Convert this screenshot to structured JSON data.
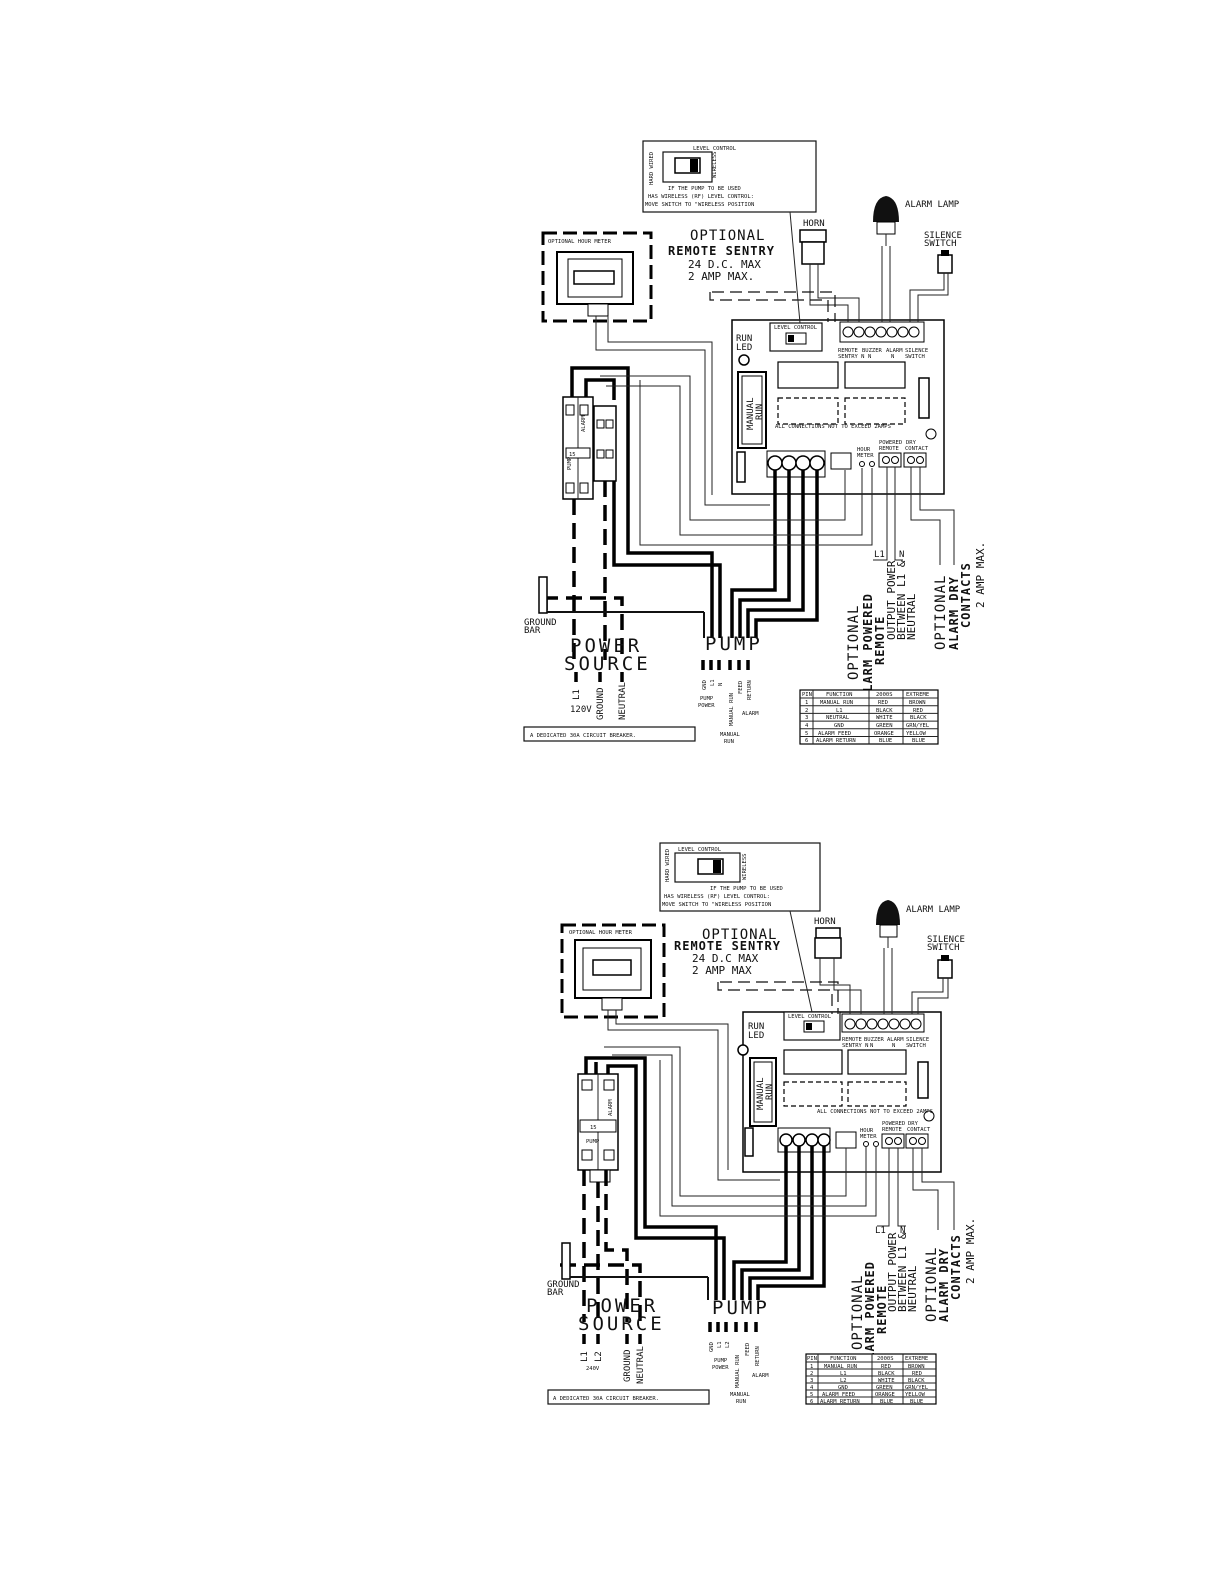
{
  "diagrams": [
    {
      "level_control": {
        "title": "LEVEL CONTROL",
        "hard_wired": "HARD WIRED",
        "wireless": "WIRELESS",
        "note_lines": [
          "IF THE PUMP TO BE USED",
          "HAS WIRELESS (RF) LEVEL CONTROL:",
          "MOVE SWITCH TO \"WIRELESS POSITION"
        ]
      },
      "alarm_lamp": "ALARM LAMP",
      "horn": "HORN",
      "silence_switch": [
        "SILENCE",
        "SWITCH"
      ],
      "remote_sentry": {
        "optional": "OPTIONAL",
        "title": "REMOTE SENTRY",
        "line1": "24 D.C. MAX",
        "line2": "2 AMP MAX."
      },
      "hour_meter": "OPTIONAL HOUR METER",
      "run_led": [
        "RUN",
        "LED"
      ],
      "manual_run": [
        "MANUAL",
        "RUN"
      ],
      "board_note": "ALL CONNECTIONS NOT TO EXCEED 2AMPS",
      "top_terminals": [
        "REMOTE",
        "BUZZER",
        "ALARM",
        "SILENCE"
      ],
      "top_terminals_sub": [
        "SENTRY N",
        "N",
        "N",
        "SWITCH"
      ],
      "mid_labels": [
        "HOUR",
        "METER",
        "POWERED",
        "REMOTE",
        "DRY",
        "CONTACT"
      ],
      "breaker": {
        "value": "15",
        "pump": "PUMP",
        "alarm": "ALARM"
      },
      "ground_bar": [
        "GROUND",
        "BAR"
      ],
      "power_source": [
        "POWER",
        "SOURCE"
      ],
      "power_wires": [
        "L1",
        "GROUND",
        "NEUTRAL"
      ],
      "voltage": "120V",
      "pump": "PUMP",
      "pump_wires": [
        "GND",
        "L1",
        "N",
        "MANUAL RUN",
        "FEED",
        "RETURN"
      ],
      "pump_power": [
        "PUMP",
        "POWER"
      ],
      "alarm": "ALARM",
      "manual_run_below": [
        "MANUAL",
        "RUN"
      ],
      "breaker_note": "A DEDICATED 30A CIRCUIT BREAKER.",
      "ln": [
        "L1",
        "N"
      ],
      "alarm_powered": {
        "optional": "OPTIONAL",
        "line1": "ALARM POWERED",
        "line2": "REMOTE",
        "line3": "OUTPUT POWER",
        "line4": "BETWEEN L1 &",
        "line5": "NEUTRAL"
      },
      "alarm_dry": {
        "optional": "OPTIONAL",
        "line1": "ALARM DRY",
        "line2": "CONTACTS",
        "line3": "2 AMP MAX."
      },
      "table": {
        "headers": [
          "PIN",
          "FUNCTION",
          "2000S",
          "EXTREME"
        ],
        "rows": [
          [
            "1",
            "MANUAL RUN",
            "RED",
            "BROWN"
          ],
          [
            "2",
            "L1",
            "BLACK",
            "RED"
          ],
          [
            "3",
            "NEUTRAL",
            "WHITE",
            "BLACK"
          ],
          [
            "4",
            "GND",
            "GREEN",
            "GRN/YEL"
          ],
          [
            "5",
            "ALARM FEED",
            "ORANGE",
            "YELLOW"
          ],
          [
            "6",
            "ALARM RETURN",
            "BLUE",
            "BLUE"
          ]
        ]
      }
    },
    {
      "level_control": {
        "title": "LEVEL CONTROL",
        "hard_wired": "HARD WIRED",
        "wireless": "WIRELESS",
        "note_lines": [
          "IF THE PUMP TO BE USED",
          "HAS WIRELESS (RF) LEVEL CONTROL:",
          "MOVE SWITCH TO \"WIRELESS POSITION"
        ]
      },
      "alarm_lamp": "ALARM LAMP",
      "horn": "HORN",
      "silence_switch": [
        "SILENCE",
        "SWITCH"
      ],
      "remote_sentry": {
        "optional": "OPTIONAL",
        "title": "REMOTE SENTRY",
        "line1": "24 D.C MAX",
        "line2": "2 AMP MAX"
      },
      "hour_meter": "OPTIONAL HOUR METER",
      "run_led": [
        "RUN",
        "LED"
      ],
      "manual_run": [
        "MANUAL",
        "RUN"
      ],
      "board_note": "ALL CONNECTIONS NOT TO EXCEED 2AMPS",
      "top_terminals": [
        "REMOTE",
        "BUZZER",
        "ALARM",
        "SILENCE"
      ],
      "top_terminals_sub": [
        "SENTRY N",
        "N",
        "N",
        "SWITCH"
      ],
      "mid_labels": [
        "HOUR",
        "METER",
        "POWERED",
        "REMOTE",
        "DRY",
        "CONTACT"
      ],
      "breaker": {
        "value": "15",
        "pump": "PUMP",
        "alarm": "ALARM"
      },
      "ground_bar": [
        "GROUND",
        "BAR"
      ],
      "power_source": [
        "POWER",
        "SOURCE"
      ],
      "power_wires": [
        "L1",
        "L2",
        "GROUND",
        "NEUTRAL"
      ],
      "voltage": "240V",
      "pump": "PUMP",
      "pump_wires": [
        "GND",
        "L1",
        "L2",
        "MANUAL RUN",
        "FEED",
        "RETURN"
      ],
      "pump_power": [
        "PUMP",
        "POWER"
      ],
      "alarm": "ALARM",
      "manual_run_below": [
        "MANUAL",
        "RUN"
      ],
      "breaker_note": "A DEDICATED 30A CIRCUIT BREAKER.",
      "ln": [
        "L1",
        "N"
      ],
      "alarm_powered": {
        "optional": "OPTIONAL",
        "line1": "ALARM POWERED",
        "line2": "REMOTE",
        "line3": "OUTPUT POWER",
        "line4": "BETWEEN L1 &",
        "line5": "NEUTRAL"
      },
      "alarm_dry": {
        "optional": "OPTIONAL",
        "line1": "ALARM DRY",
        "line2": "CONTACTS",
        "line3": "2 AMP MAX."
      },
      "table": {
        "headers": [
          "PIN",
          "FUNCTION",
          "2000S",
          "EXTREME"
        ],
        "rows": [
          [
            "1",
            "MANUAL RUN",
            "RED",
            "BROWN"
          ],
          [
            "2",
            "L1",
            "BLACK",
            "RED"
          ],
          [
            "3",
            "L2",
            "WHITE",
            "BLACK"
          ],
          [
            "4",
            "GND",
            "GREEN",
            "GRN/YEL"
          ],
          [
            "5",
            "ALARM FEED",
            "ORANGE",
            "YELLOW"
          ],
          [
            "6",
            "ALARM RETURN",
            "BLUE",
            "BLUE"
          ]
        ]
      }
    }
  ]
}
